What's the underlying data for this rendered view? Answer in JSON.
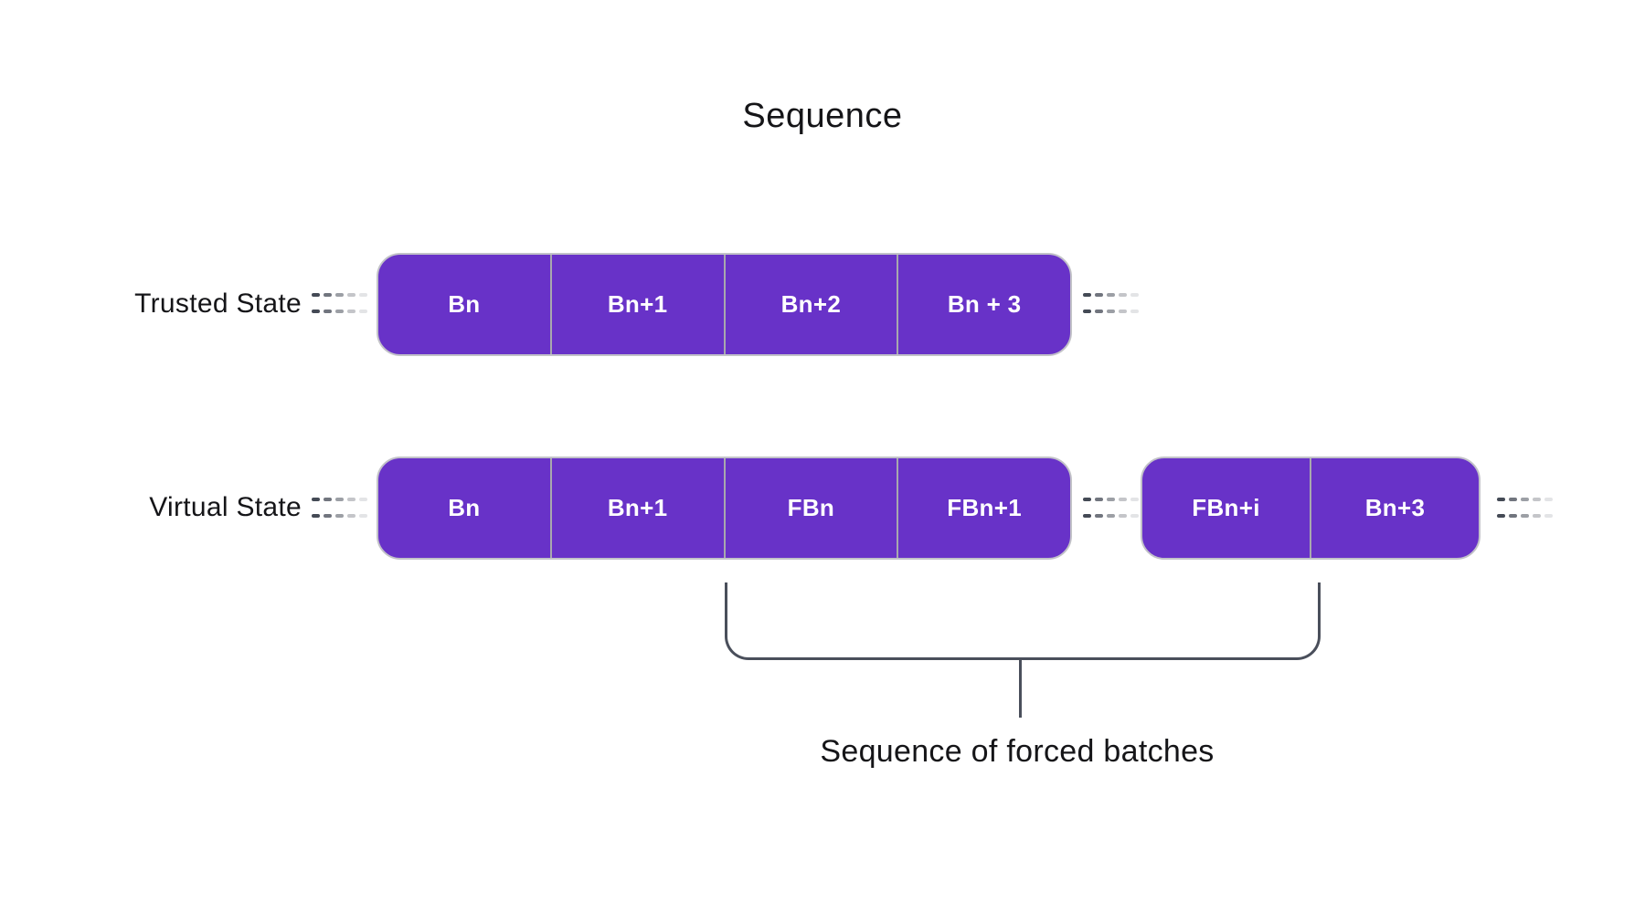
{
  "title": "Sequence",
  "rows": [
    {
      "label": "Trusted State",
      "groups": [
        {
          "cells": [
            "Bn",
            "Bn+1",
            "Bn+2",
            "Bn + 3"
          ]
        }
      ]
    },
    {
      "label": "Virtual State",
      "groups": [
        {
          "cells": [
            "Bn",
            "Bn+1",
            "FBn",
            "FBn+1"
          ]
        },
        {
          "cells": [
            "FBn+i",
            "Bn+3"
          ]
        }
      ]
    }
  ],
  "bracket_label": "Sequence of forced batches",
  "colors": {
    "block": "#6832c8",
    "block-text": "#ffffff",
    "divider": "#a8a8ae",
    "group-border": "#c2c2c8",
    "bracket": "#4a4f5b",
    "dash": "#3a404c",
    "text": "#151518"
  }
}
